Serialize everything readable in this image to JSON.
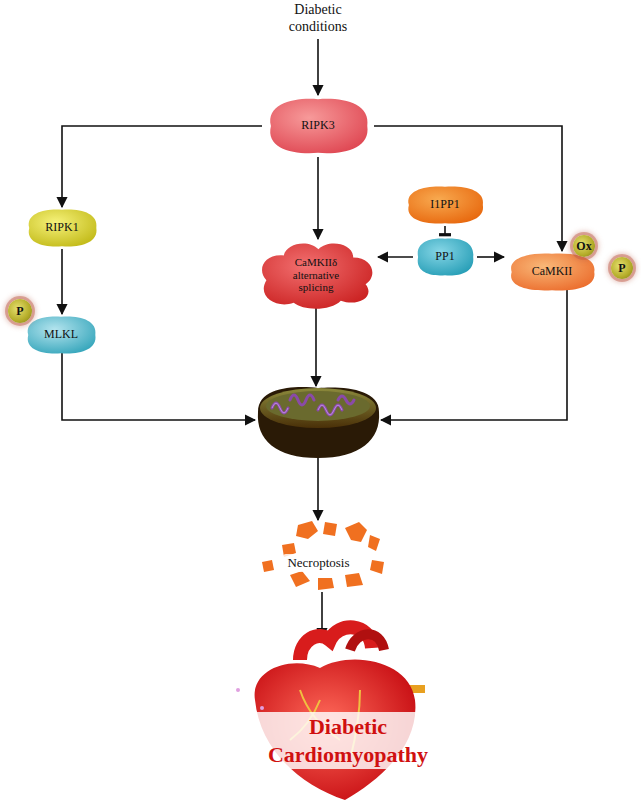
{
  "diagram": {
    "nodes": [
      {
        "text": [
          "Diabetic conditions"
        ]
      },
      {
        "text": [
          "RIPK3"
        ]
      },
      {
        "text": [
          "RIPK1"
        ]
      },
      {
        "text": [
          "MLKL"
        ]
      },
      {
        "text": [
          "CaMKIIδ alternative splicing"
        ]
      },
      {
        "text": [
          "I1PP1"
        ]
      },
      {
        "text": [
          "PP1"
        ]
      },
      {
        "text": [
          "CaMKII"
        ]
      }
    ],
    "edges": [
      {
        "from": 0,
        "to": 1,
        "arrow": "to"
      },
      {
        "from": 1,
        "to": 2,
        "arrow": "to"
      },
      {
        "from": 1,
        "to": 4,
        "arrow": "to"
      },
      {
        "from": 1,
        "to": 7,
        "arrow": "to"
      },
      {
        "from": 2,
        "to": 3,
        "arrow": "to"
      },
      {
        "from": 5,
        "to": 6,
        "arrow": "to"
      },
      {
        "from": 6,
        "to": 4,
        "arrow": "to"
      },
      {
        "from": 6,
        "to": 7,
        "arrow": "to"
      }
    ],
    "labels": [
      "P",
      "Ox",
      "P",
      "Necroptosis",
      "Diabetic Cardiomyopathy"
    ]
  }
}
